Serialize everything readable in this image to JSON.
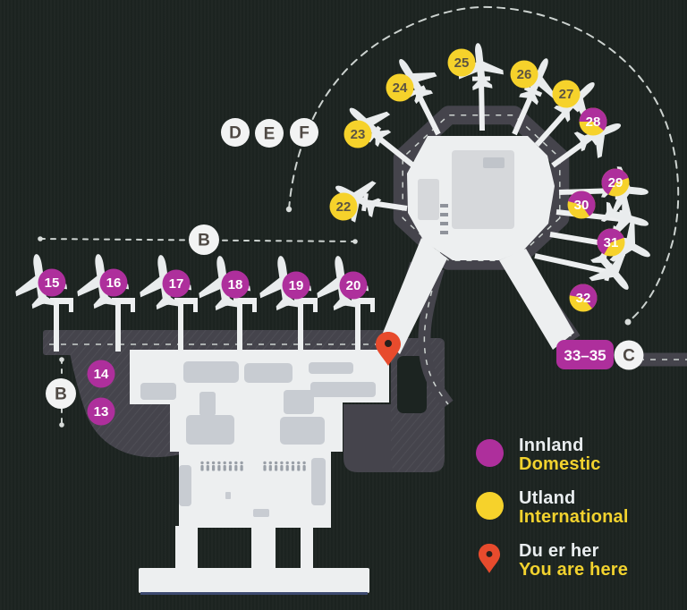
{
  "title": "Airport terminal gate map",
  "map": {
    "markers": [
      {
        "label": "D"
      },
      {
        "label": "E"
      },
      {
        "label": "F"
      },
      {
        "label": "B"
      },
      {
        "label": "B"
      },
      {
        "label": "C"
      }
    ],
    "gates": [
      {
        "number": "13",
        "type": "domestic"
      },
      {
        "number": "14",
        "type": "domestic"
      },
      {
        "number": "15",
        "type": "domestic"
      },
      {
        "number": "16",
        "type": "domestic"
      },
      {
        "number": "17",
        "type": "domestic"
      },
      {
        "number": "18",
        "type": "domestic"
      },
      {
        "number": "19",
        "type": "domestic"
      },
      {
        "number": "20",
        "type": "domestic"
      },
      {
        "number": "22",
        "type": "international"
      },
      {
        "number": "23",
        "type": "international"
      },
      {
        "number": "24",
        "type": "international"
      },
      {
        "number": "25",
        "type": "international"
      },
      {
        "number": "26",
        "type": "international"
      },
      {
        "number": "27",
        "type": "international"
      },
      {
        "number": "28",
        "type": "mixed"
      },
      {
        "number": "29",
        "type": "mixed"
      },
      {
        "number": "30",
        "type": "mixed"
      },
      {
        "number": "31",
        "type": "mixed"
      },
      {
        "number": "32",
        "type": "mixed"
      }
    ],
    "gate_range_badge": "33–35"
  },
  "legend": {
    "items": [
      {
        "icon": "domestic-circle",
        "label_no": "Innland",
        "label_en": "Domestic"
      },
      {
        "icon": "international-circle",
        "label_no": "Utland",
        "label_en": "International"
      },
      {
        "icon": "you-are-here-pin",
        "label_no": "Du er her",
        "label_en": "You are here"
      }
    ]
  },
  "colors": {
    "domestic": "#ae2f9c",
    "international": "#f6d22b",
    "pin": "#e74b2d",
    "background": "#1c2421"
  }
}
